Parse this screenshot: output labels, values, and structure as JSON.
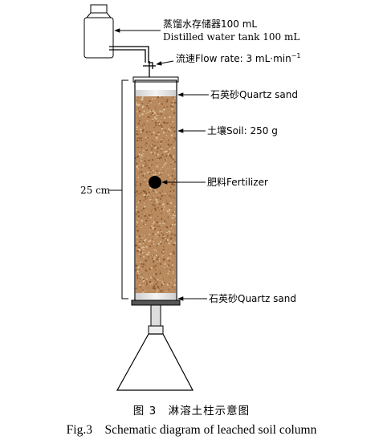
{
  "labels": {
    "tank_zh": "蒸馏水存储器100 mL",
    "tank_en": "Distilled water tank 100 mL",
    "flow": "流速Flow rate: 3 mL·min",
    "flow_sup": "−1",
    "quartz_top": "石英砂Quartz sand",
    "soil": "土壤Soil: 250 g",
    "fertilizer": "肥料Fertilizer",
    "quartz_bottom": "石英砂Quartz sand",
    "height": "25 cm"
  },
  "caption": {
    "zh": "图 3　淋溶土柱示意图",
    "en": "Fig.3　Schematic diagram of leached soil column"
  },
  "colors": {
    "soil": "#b98a5e",
    "soil_dark": "#8a5a34",
    "soil_light": "#dcc09c",
    "quartz": "#e6e6e6",
    "frame": "#222222"
  }
}
